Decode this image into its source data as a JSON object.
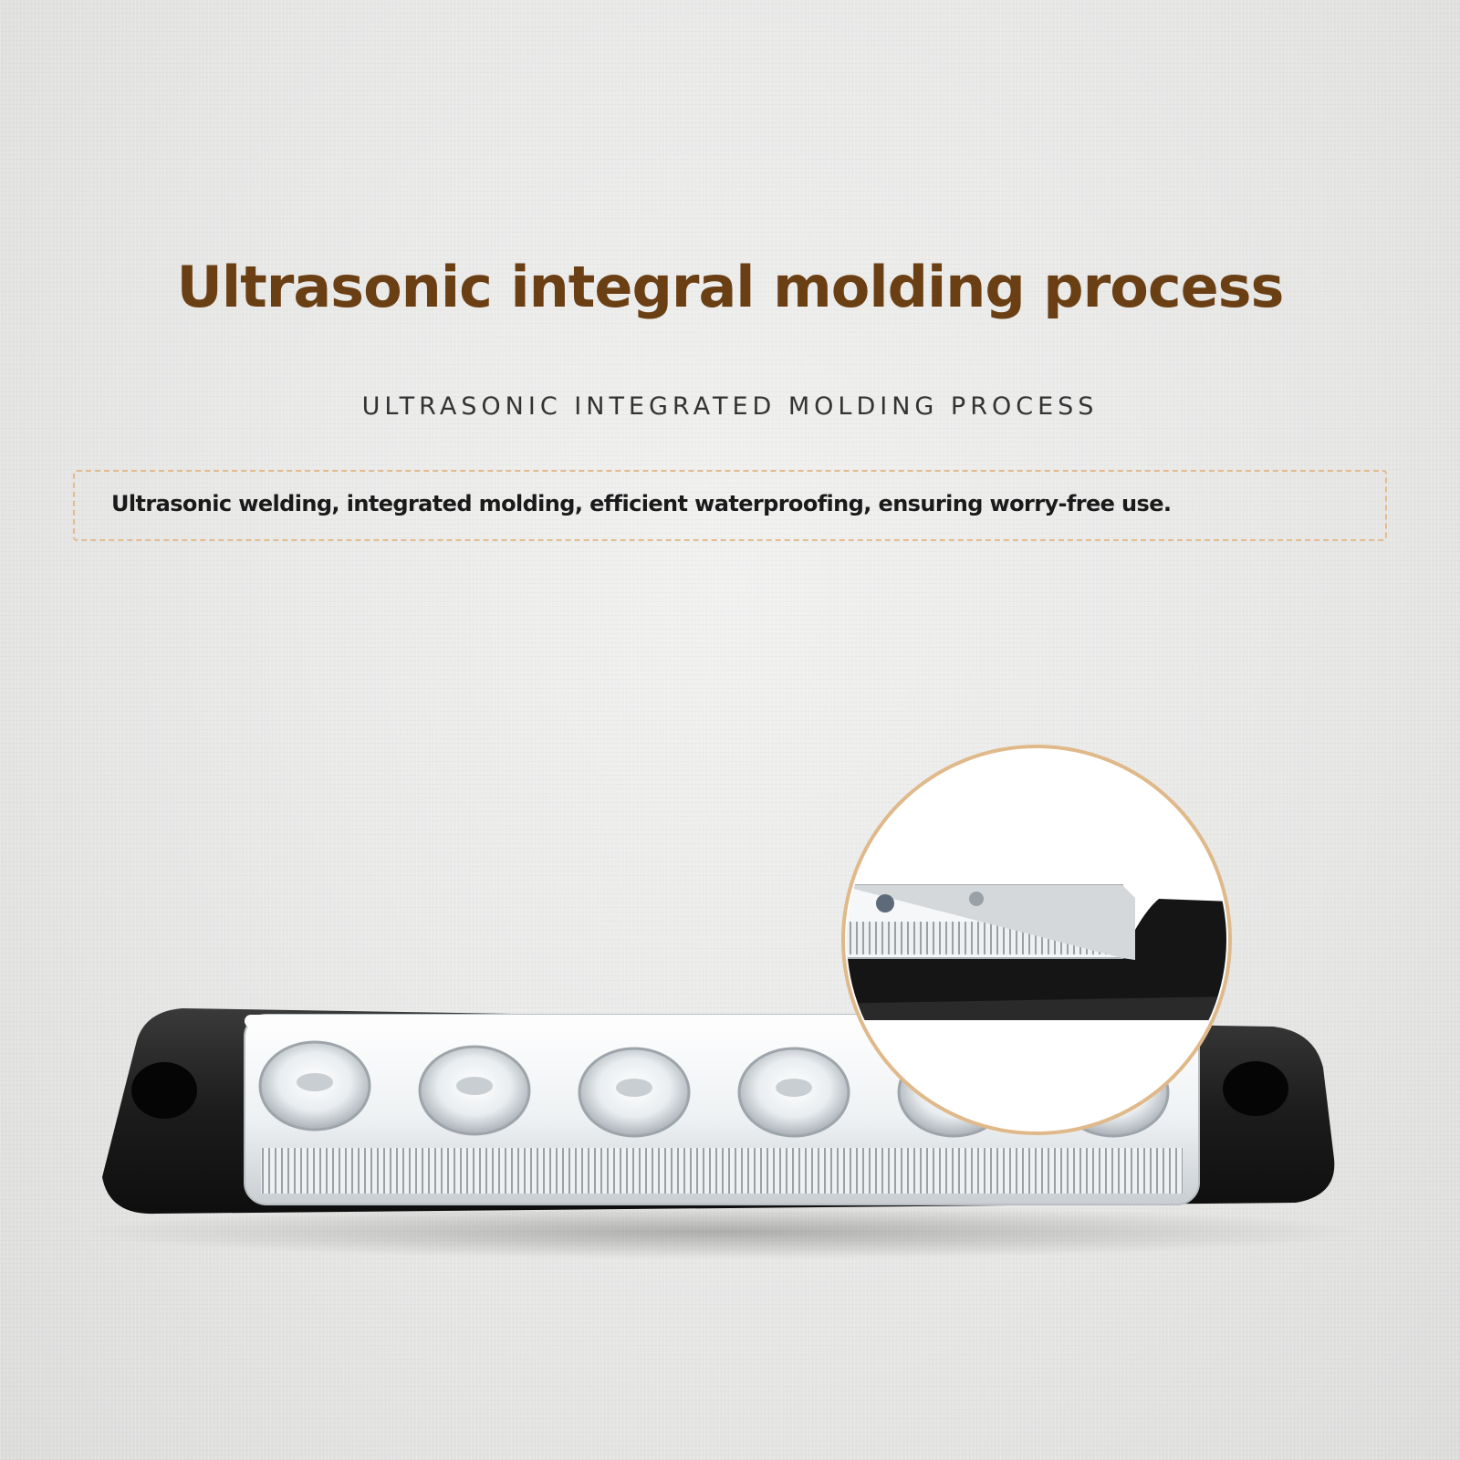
{
  "page": {
    "title": "Ultrasonic integral molding process",
    "subtitle": "ULTRASONIC INTEGRATED MOLDING PROCESS",
    "description": "Ultrasonic welding, integrated molding, efficient waterproofing, ensuring worry-free use."
  },
  "colors": {
    "title": "#6b3f14",
    "accent_dash": "#e2bb8f",
    "housing": "#1e1e1e",
    "lens": "#f4f6f7"
  },
  "product": {
    "led_count": 6
  }
}
